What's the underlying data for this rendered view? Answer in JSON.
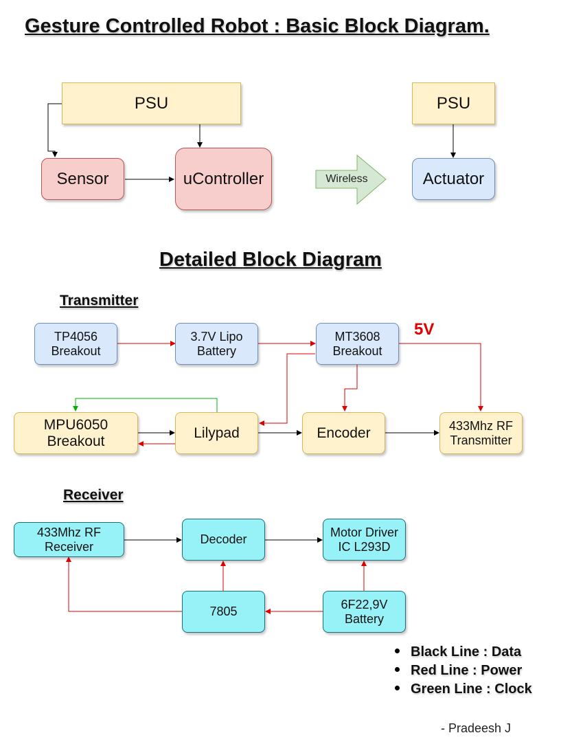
{
  "titles": {
    "main": "Gesture Controlled Robot : Basic Block Diagram.",
    "detailed": "Detailed Block Diagram",
    "transmitter": "Transmitter",
    "receiver": "Receiver"
  },
  "basic": {
    "psu_left": "PSU",
    "sensor": "Sensor",
    "ucontroller": "uController",
    "wireless": "Wireless",
    "psu_right": "PSU",
    "actuator": "Actuator"
  },
  "transmitter": {
    "tp4056": "TP4056\nBreakout",
    "lipo": "3.7V Lipo\nBattery",
    "mt3608": "MT3608\nBreakout",
    "voltage": "5V",
    "mpu6050": "MPU6050\nBreakout",
    "lilypad": "Lilypad",
    "encoder": "Encoder",
    "rf_tx": "433Mhz RF\nTransmitter"
  },
  "receiver": {
    "rf_rx": "433Mhz RF\nReceiver",
    "decoder": "Decoder",
    "motor_driver": "Motor Driver\nIC L293D",
    "reg7805": "7805",
    "battery": "6F22,9V\nBattery"
  },
  "legend": [
    "Black Line : Data",
    "Red Line : Power",
    "Green Line : Clock"
  ],
  "author": "- Pradeesh J",
  "colors": {
    "data_line": "#000000",
    "power_line": "#e00000",
    "clock_line": "#00b000",
    "yellow_fill": "#fff2cc",
    "pink_fill": "#f8cecc",
    "blue_fill": "#dae8fc",
    "cyan_fill": "#96f2f7",
    "arrow_fill": "#d5e8d4"
  }
}
